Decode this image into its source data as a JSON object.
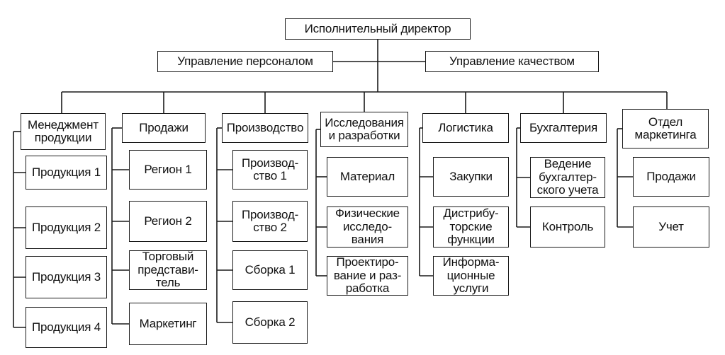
{
  "top": {
    "director": "Исполнительный директор",
    "hr": "Управление персоналом",
    "quality": "Управление качеством"
  },
  "columns": [
    {
      "head": "Менеджмент\nпродукции",
      "items": [
        "Продукция 1",
        "Продукция 2",
        "Продукция 3",
        "Продукция 4"
      ]
    },
    {
      "head": "Продажи",
      "items": [
        "Регион 1",
        "Регион 2",
        "Торговый\nпредстави-\nтель",
        "Маркетинг"
      ]
    },
    {
      "head": "Производство",
      "items": [
        "Производ-\nство 1",
        "Производ-\nство 2",
        "Сборка 1",
        "Сборка 2"
      ]
    },
    {
      "head": "Исследования\nи разработки",
      "items": [
        "Материал",
        "Физические\nисследо-\nвания",
        "Проектиро-\nвание и раз-\nработка"
      ]
    },
    {
      "head": "Логистика",
      "items": [
        "Закупки",
        "Дистрибу-\nторские\nфункции",
        "Информа-\nционные\nуслуги"
      ]
    },
    {
      "head": "Бухгалтерия",
      "items": [
        "Ведение\nбухгалтер-\nского учета",
        "Контроль"
      ]
    },
    {
      "head": "Отдел\nмаркетинга",
      "items": [
        "Продажи",
        "Учет"
      ]
    }
  ]
}
